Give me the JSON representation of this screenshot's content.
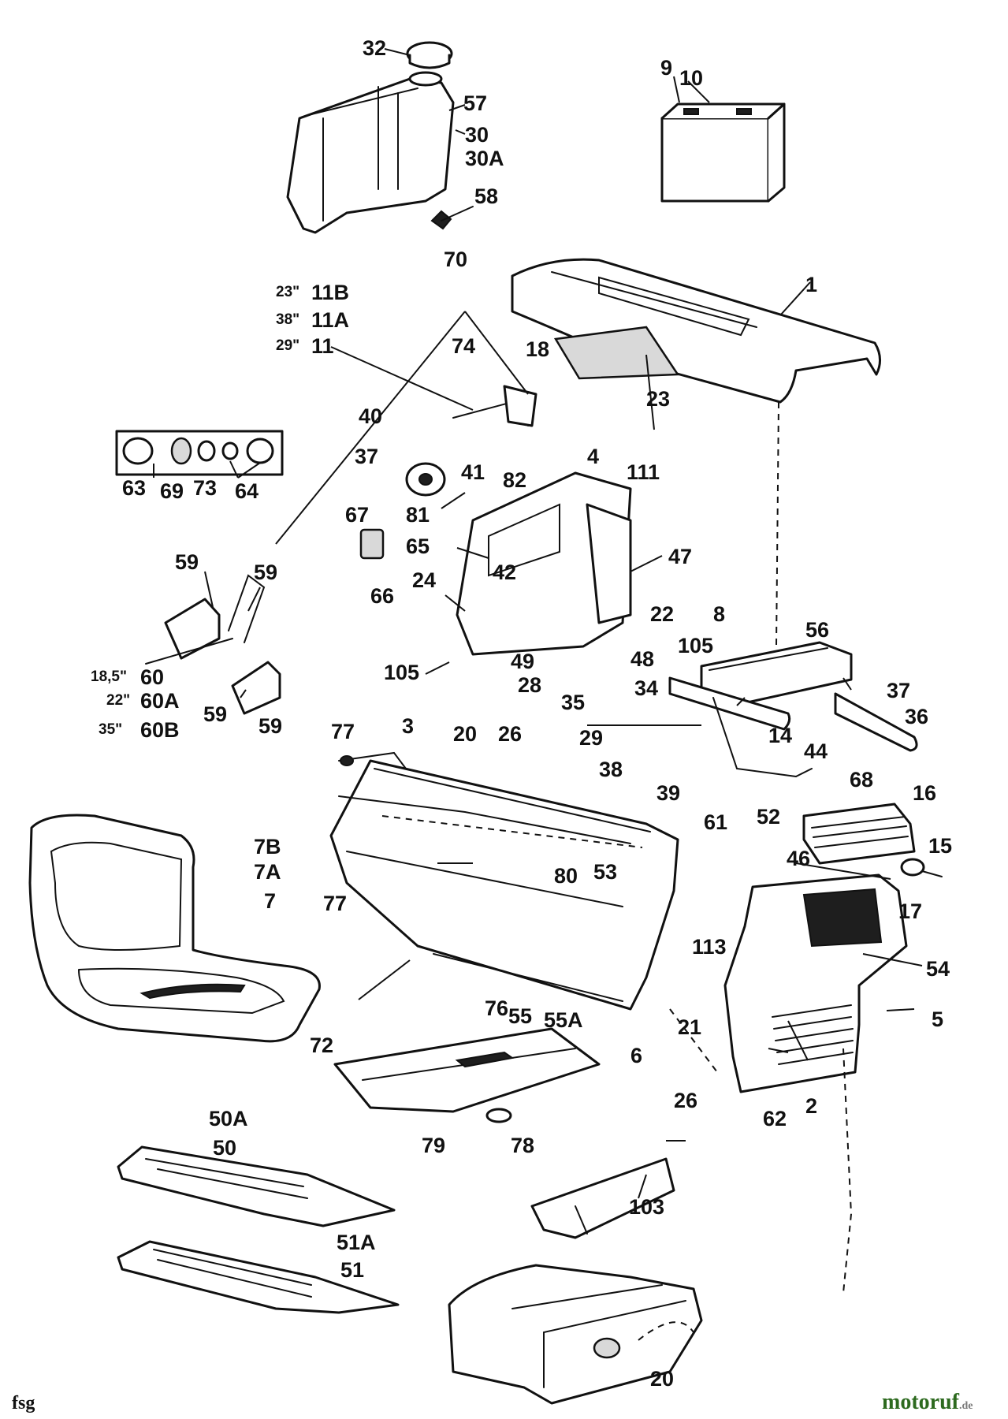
{
  "diagram": {
    "callouts": {
      "c32": "32",
      "c9": "9",
      "c10": "10",
      "c57": "57",
      "c30": "30",
      "c30A": "30A",
      "c58": "58",
      "c70": "70",
      "c1": "1",
      "c11B": "11B",
      "c11A": "11A",
      "c11": "11",
      "c74": "74",
      "c18": "18",
      "c23": "23",
      "c40": "40",
      "c37a": "37",
      "c41": "41",
      "c82": "82",
      "c4": "4",
      "c111": "111",
      "c63": "63",
      "c69": "69",
      "c73": "73",
      "c64": "64",
      "c81": "81",
      "c67": "67",
      "c65": "65",
      "c47": "47",
      "c24": "24",
      "c42": "42",
      "c59a": "59",
      "c59b": "59",
      "c66": "66",
      "c22": "22",
      "c8": "8",
      "c56": "56",
      "c105a": "105",
      "c49": "49",
      "c48": "48",
      "c105b": "105",
      "c37b": "37",
      "c28": "28",
      "c60": "60",
      "c60A": "60A",
      "c60B": "60B",
      "c59c": "59",
      "c59d": "59",
      "c35": "35",
      "c34": "34",
      "c36": "36",
      "c20a": "20",
      "c26a": "26",
      "c29": "29",
      "c14": "14",
      "c77a": "77",
      "c3": "3",
      "c38": "38",
      "c44": "44",
      "c39": "39",
      "c68": "68",
      "c52": "52",
      "c16": "16",
      "c7B": "7B",
      "c7A": "7A",
      "c7": "7",
      "c61": "61",
      "c15": "15",
      "c46": "46",
      "c77b": "77",
      "c80": "80",
      "c53": "53",
      "c17": "17",
      "c113": "113",
      "c54": "54",
      "c76": "76",
      "c55": "55",
      "c55A": "55A",
      "c21": "21",
      "c5": "5",
      "c72": "72",
      "c6": "6",
      "c62": "62",
      "c2": "2",
      "c26b": "26",
      "c50A": "50A",
      "c50": "50",
      "c79": "79",
      "c78": "78",
      "c103": "103",
      "c51A": "51A",
      "c51": "51",
      "c20b": "20"
    },
    "size_tags": {
      "s23": "23\"",
      "s38": "38\"",
      "s29": "29\"",
      "s185": "18,5\"",
      "s22": "22\"",
      "s35": "35\""
    }
  },
  "footer": {
    "left_mark": "fsg",
    "brand_main": "motoruf",
    "brand_suffix": ".de",
    "brand_color": "#2d6a1f",
    "brand_suffix_color": "#7a7a7a"
  }
}
